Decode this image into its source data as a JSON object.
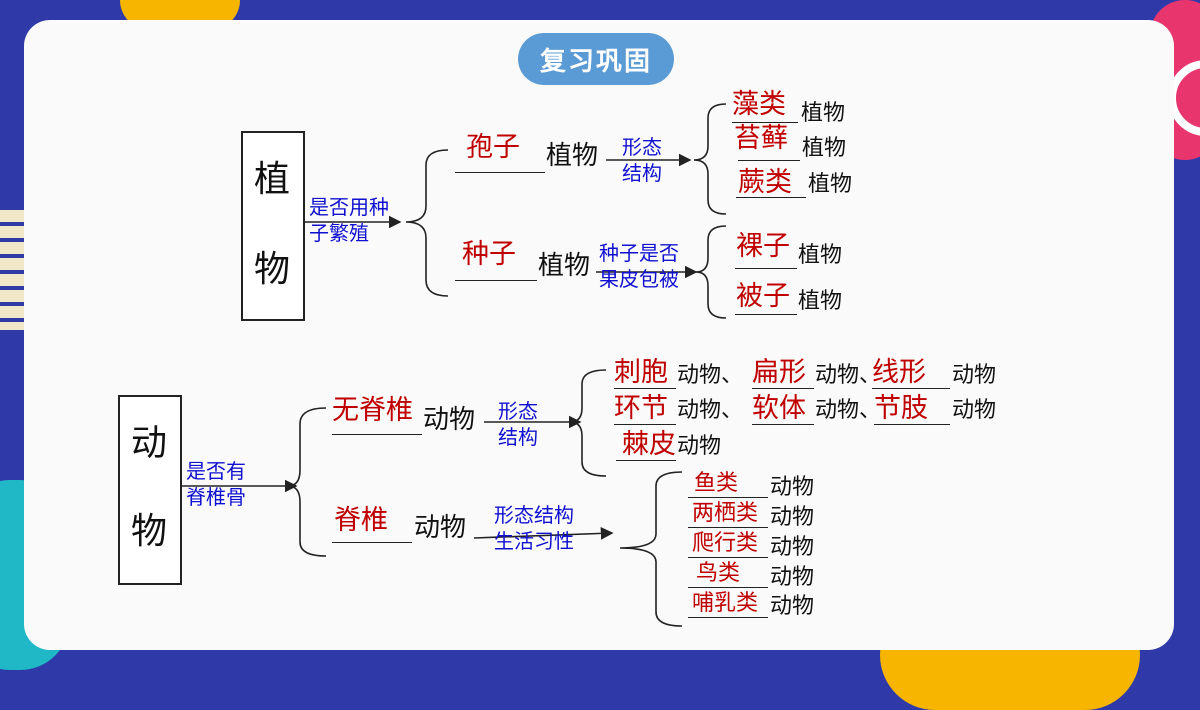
{
  "title": "复习巩固",
  "plants": {
    "root_chars": [
      "植",
      "物"
    ],
    "criterion": [
      "是否用种",
      "子繁殖"
    ],
    "spore": {
      "answer": "孢子",
      "suffix": "植物"
    },
    "spore_criterion": [
      "形态",
      "结构"
    ],
    "spore_leaves": [
      {
        "answer": "藻类",
        "suffix": "植物"
      },
      {
        "answer": "苔藓",
        "suffix": "植物"
      },
      {
        "answer": "蕨类",
        "suffix": "植物"
      }
    ],
    "seed": {
      "answer": "种子",
      "suffix": "植物"
    },
    "seed_criterion": [
      "种子是否",
      "果皮包被"
    ],
    "seed_leaves": [
      {
        "answer": "裸子",
        "suffix": "植物"
      },
      {
        "answer": "被子",
        "suffix": "植物"
      }
    ]
  },
  "animals": {
    "root_chars": [
      "动",
      "物"
    ],
    "criterion": [
      "是否有",
      "脊椎骨"
    ],
    "invert": {
      "answer": "无脊椎",
      "suffix": "动物"
    },
    "invert_criterion": [
      "形态",
      "结构"
    ],
    "invert_row1": [
      {
        "answer": "刺胞",
        "suffix": "动物、"
      },
      {
        "answer": "扁形",
        "suffix": "动物、"
      },
      {
        "answer": "线形",
        "suffix": "动物"
      }
    ],
    "invert_row2": [
      {
        "answer": "环节",
        "suffix": "动物、"
      },
      {
        "answer": "软体",
        "suffix": "动物、"
      },
      {
        "answer": "节肢",
        "suffix": "动物"
      }
    ],
    "invert_row3": [
      {
        "answer": "棘皮",
        "suffix": "动物"
      }
    ],
    "vert": {
      "answer": "脊椎",
      "suffix": "动物"
    },
    "vert_criterion": [
      "形态结构",
      "生活习性"
    ],
    "vert_leaves": [
      {
        "answer": "鱼类",
        "suffix": "动物"
      },
      {
        "answer": "两栖类",
        "suffix": "动物"
      },
      {
        "answer": "爬行类",
        "suffix": "动物"
      },
      {
        "answer": "鸟类",
        "suffix": "动物"
      },
      {
        "answer": "哺乳类",
        "suffix": "动物"
      }
    ]
  }
}
